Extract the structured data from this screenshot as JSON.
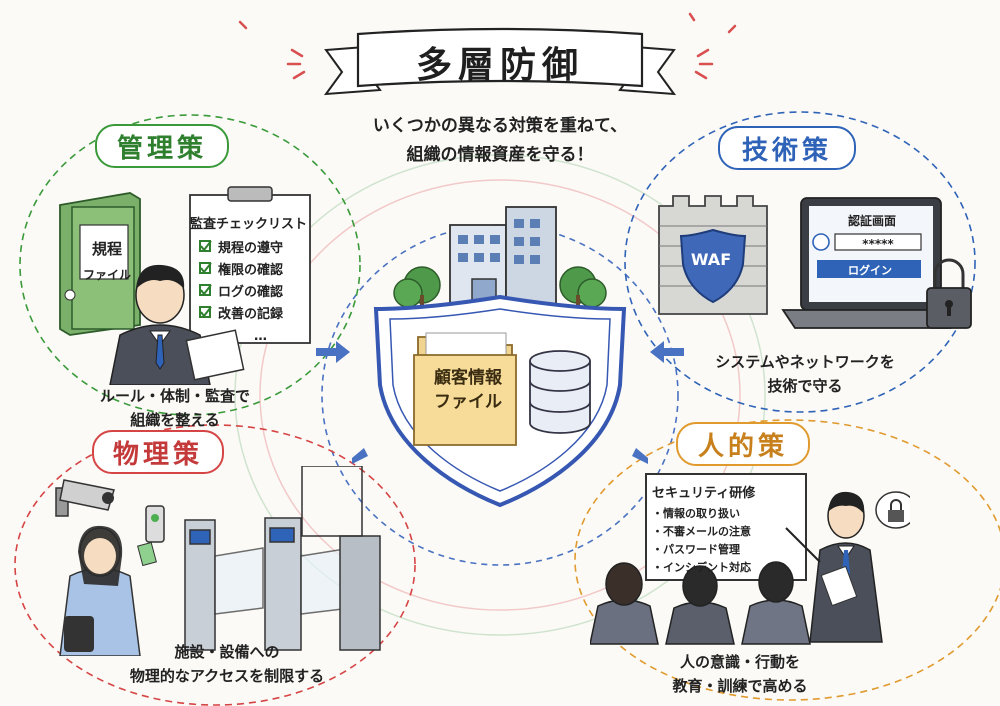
{
  "title": "多層防御",
  "subtitle_lines": [
    "いくつかの異なる対策を重ねて、",
    "組織の情報資産を守る！"
  ],
  "center": {
    "file_label_lines": [
      "顧客情報",
      "ファイル"
    ]
  },
  "colors": {
    "management": "#3a9a3a",
    "technical": "#2f63b8",
    "physical": "#d64545",
    "human": "#e09a2e",
    "shield": "#3657b2"
  },
  "management": {
    "label": "管理策",
    "binder_lines": [
      "規程",
      "ファイル"
    ],
    "checklist_title": "監査チェックリスト",
    "checklist_items": [
      "規程の遵守",
      "権限の確認",
      "ログの確認",
      "改善の記録"
    ],
    "checklist_more": "…",
    "caption_lines": [
      "ルール・体制・監査で",
      "組織を整える"
    ]
  },
  "technical": {
    "label": "技術策",
    "firewall_badge": "WAF",
    "auth_title": "認証画面",
    "password_mask": "*****",
    "login_button": "ログイン",
    "caption_lines": [
      "システムやネットワークを",
      "技術で守る"
    ]
  },
  "physical": {
    "label": "物理策",
    "caption_lines": [
      "施設・設備への",
      "物理的なアクセスを制限する"
    ]
  },
  "human": {
    "label": "人的策",
    "board_title": "セキュリティ研修",
    "board_items": [
      "・情報の取り扱い",
      "・不審メールの注意",
      "・パスワード管理",
      "・インシデント対応"
    ],
    "caption_lines": [
      "人の意識・行動を",
      "教育・訓練で高める"
    ]
  }
}
